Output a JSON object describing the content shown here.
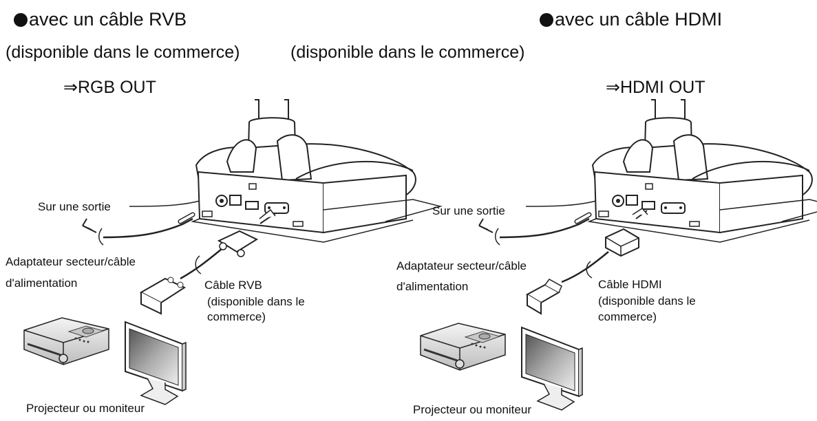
{
  "left": {
    "heading": "avec un câble RVB",
    "subheading": "(disponible dans le commerce)",
    "out_label": "⇒RGB OUT",
    "power_out": "Sur une sortie",
    "adapter_line1": "Adaptateur secteur/câble",
    "adapter_line2": "d'alimentation",
    "cable_line1": "Câble RVB",
    "cable_line2": "(disponible dans le",
    "cable_line3": "commerce)",
    "device_label": "Projecteur ou moniteur"
  },
  "right": {
    "heading": "avec un câble HDMI",
    "subheading": "(disponible dans le commerce)",
    "out_label": "⇒HDMI OUT",
    "power_out": "Sur une sortie",
    "adapter_line1": "Adaptateur secteur/câble",
    "adapter_line2": "d'alimentation",
    "cable_line1": "Câble HDMI",
    "cable_line2": "(disponible dans le",
    "cable_line3": "commerce)",
    "device_label": "Projecteur ou moniteur"
  }
}
